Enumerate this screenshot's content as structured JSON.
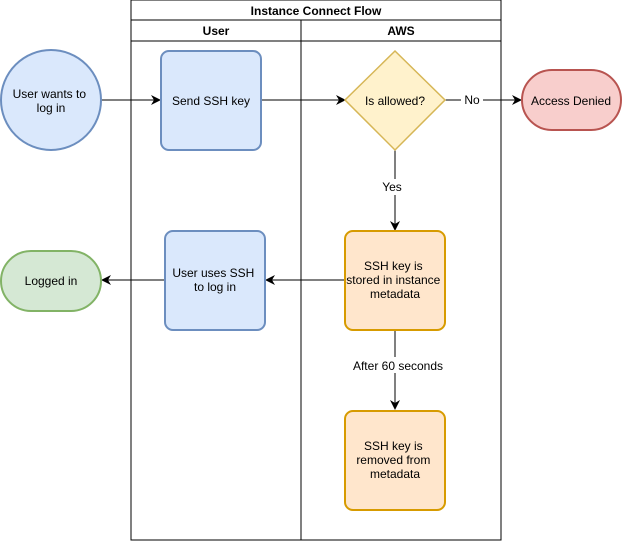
{
  "diagram": {
    "title": "Instance Connect Flow",
    "lanes": [
      "User",
      "AWS"
    ],
    "nodes": {
      "start": [
        "User wants to",
        "log in"
      ],
      "send_key": [
        "Send SSH key"
      ],
      "decision": [
        "Is allowed?"
      ],
      "denied": [
        "Access Denied"
      ],
      "stored": [
        "SSH key is",
        "stored in instance",
        "metadata"
      ],
      "uses_ssh": [
        "User uses SSH",
        "to log in"
      ],
      "logged_in": [
        "Logged in"
      ],
      "removed": [
        "SSH key is",
        "removed from",
        "metadata"
      ]
    },
    "edge_labels": {
      "no": "No",
      "yes": "Yes",
      "after": "After 60 seconds"
    }
  }
}
